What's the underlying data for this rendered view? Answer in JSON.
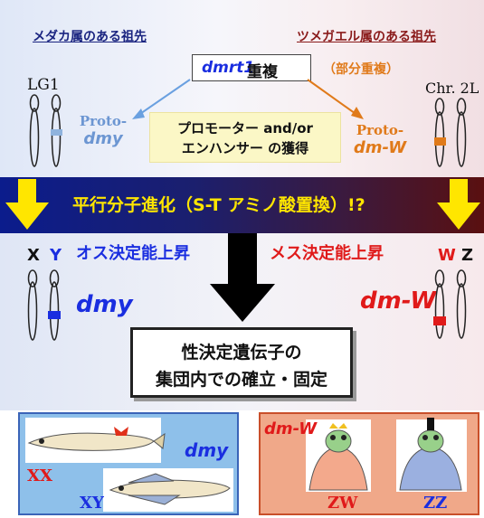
{
  "header": {
    "left_title": "メダカ属のある祖先",
    "right_title": "ツメガエル属のある祖先"
  },
  "ancestor": {
    "left_chrom_label": "LG1",
    "right_chrom_label": "Chr. 2L",
    "gene_italic": "dmrt1",
    "gene_rest": " 重複",
    "partial_dup": "（部分重複）",
    "proto_dmy_line1": "Proto-",
    "proto_dmy_line2": "dmy",
    "proto_dmw_line1": "Proto-",
    "proto_dmw_line2": "dm-W",
    "promoter_line1": "プロモーター and/or",
    "promoter_line2": "エンハンサー の獲得"
  },
  "band": {
    "text": "平行分子進化（S-T アミノ酸置換）!?"
  },
  "middle": {
    "left_x": "X",
    "left_y": "Y",
    "left_heading": "オス決定能上昇",
    "right_heading": "メス決定能上昇",
    "right_w": "W",
    "right_z": "Z",
    "left_gene": "dmy",
    "right_gene": "dm-W",
    "fixation_line1": "性決定遺伝子の",
    "fixation_line2": "集団内での確立・固定"
  },
  "bottom": {
    "left_gene": "dmy",
    "xx": "XX",
    "xy": "XY",
    "right_gene": "dm-W",
    "zw": "ZW",
    "zz": "ZZ"
  },
  "colors": {
    "blue": "#1a2ee0",
    "red": "#e01a1a",
    "orange": "#e07a1a",
    "light_blue_marker": "#8fb3dd",
    "yellow_arrow": "#ffe600"
  }
}
